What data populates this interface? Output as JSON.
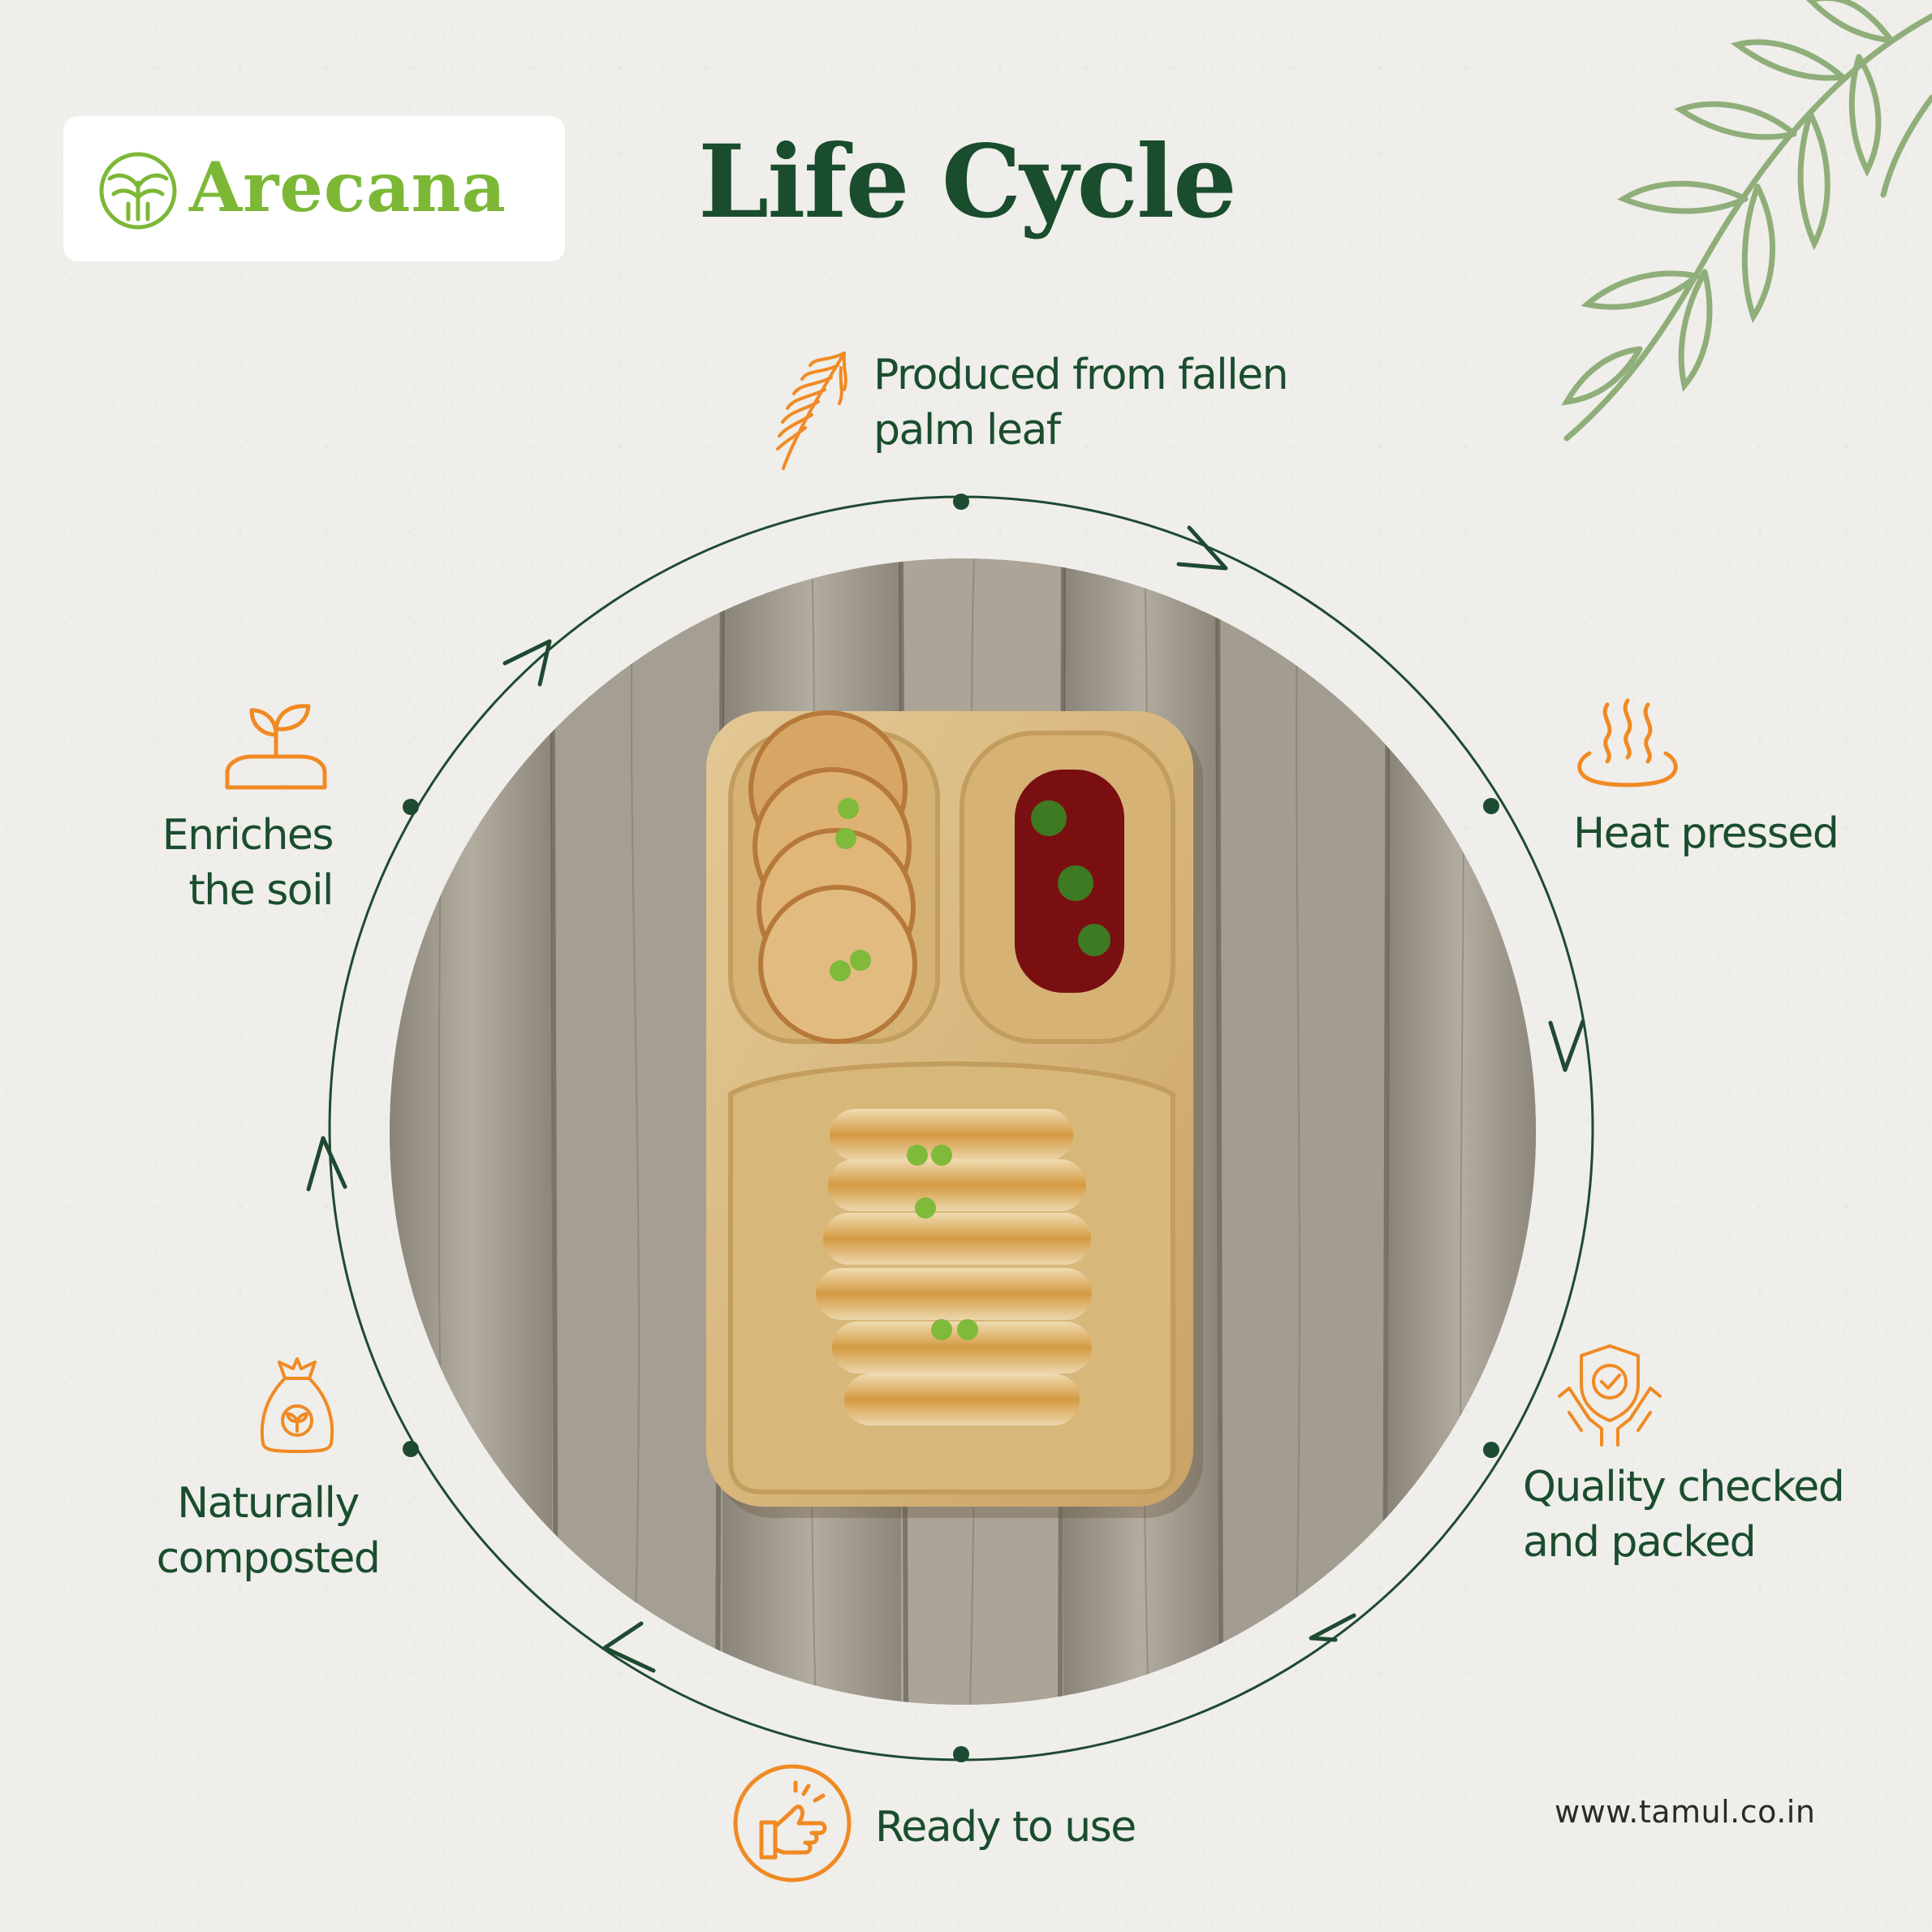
{
  "brand": {
    "name": "Arecana"
  },
  "title": "Life Cycle",
  "steps": [
    {
      "id": "produced",
      "line1": "Produced from fallen",
      "line2": "palm leaf",
      "icon": "palm-leaf-icon"
    },
    {
      "id": "heat",
      "line1": "Heat pressed",
      "line2": "",
      "icon": "steam-icon"
    },
    {
      "id": "quality",
      "line1": "Quality checked",
      "line2": "and packed",
      "icon": "quality-shield-hands-icon"
    },
    {
      "id": "ready",
      "line1": "Ready to use",
      "line2": "",
      "icon": "snap-hand-icon"
    },
    {
      "id": "compost",
      "line1": "Naturally",
      "line2": "composted",
      "icon": "compost-bag-icon"
    },
    {
      "id": "soil",
      "line1": "Enriches",
      "line2": "the soil",
      "icon": "sprout-soil-icon"
    }
  ],
  "website": "www.tamul.co.in",
  "colors": {
    "title": "#1a4d2e",
    "brand": "#7cb836",
    "icon": "#f08a24",
    "cycle": "#1f4a32",
    "background": "#efeeea"
  }
}
